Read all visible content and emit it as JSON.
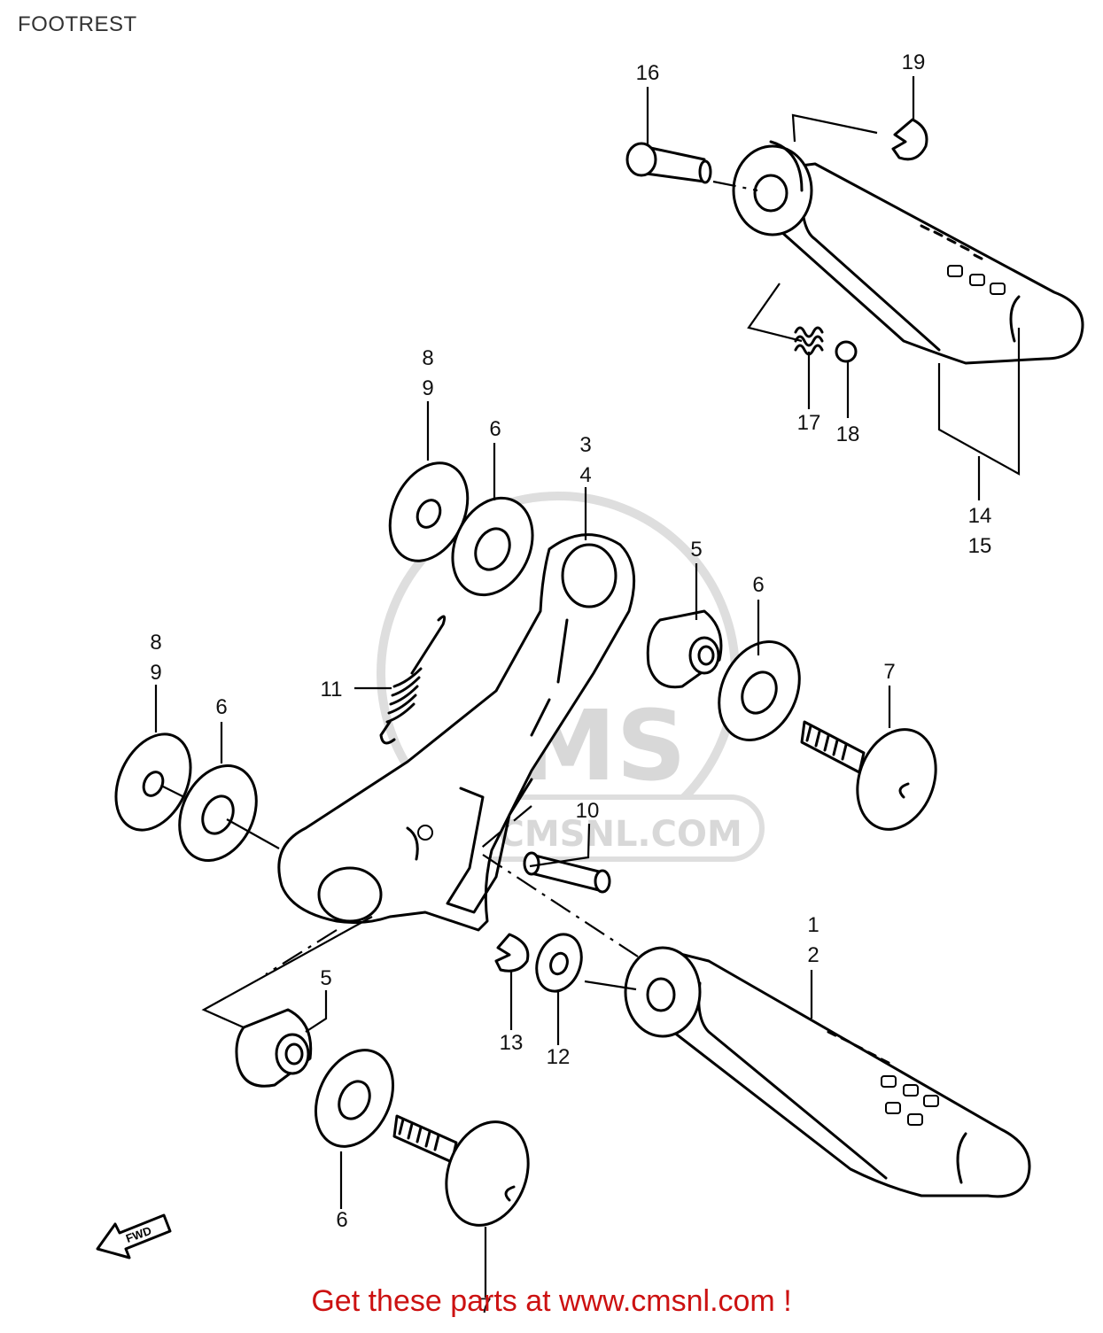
{
  "title": "FOOTREST",
  "promo": "Get these parts at www.cmsnl.com !",
  "watermark": {
    "brand": "CMS",
    "url": "WWW.CMSNL.COM"
  },
  "fwd_label": "FWD",
  "colors": {
    "promo": "#cc1111",
    "line": "#000000",
    "watermark": "#d8d8d8"
  },
  "callouts": [
    {
      "id": "c16",
      "label": "16"
    },
    {
      "id": "c19",
      "label": "19"
    },
    {
      "id": "c17",
      "label": "17"
    },
    {
      "id": "c18",
      "label": "18"
    },
    {
      "id": "c14",
      "label": "14"
    },
    {
      "id": "c15",
      "label": "15"
    },
    {
      "id": "c8a",
      "label": "8"
    },
    {
      "id": "c9a",
      "label": "9"
    },
    {
      "id": "c6a",
      "label": "6"
    },
    {
      "id": "c3",
      "label": "3"
    },
    {
      "id": "c4",
      "label": "4"
    },
    {
      "id": "c5a",
      "label": "5"
    },
    {
      "id": "c6b",
      "label": "6"
    },
    {
      "id": "c7a",
      "label": "7"
    },
    {
      "id": "c8b",
      "label": "8"
    },
    {
      "id": "c9b",
      "label": "9"
    },
    {
      "id": "c6c",
      "label": "6"
    },
    {
      "id": "c11",
      "label": "11"
    },
    {
      "id": "c10",
      "label": "10"
    },
    {
      "id": "c1",
      "label": "1"
    },
    {
      "id": "c2",
      "label": "2"
    },
    {
      "id": "c5b",
      "label": "5"
    },
    {
      "id": "c13",
      "label": "13"
    },
    {
      "id": "c12",
      "label": "12"
    },
    {
      "id": "c6d",
      "label": "6"
    },
    {
      "id": "c7b",
      "label": "7"
    }
  ]
}
